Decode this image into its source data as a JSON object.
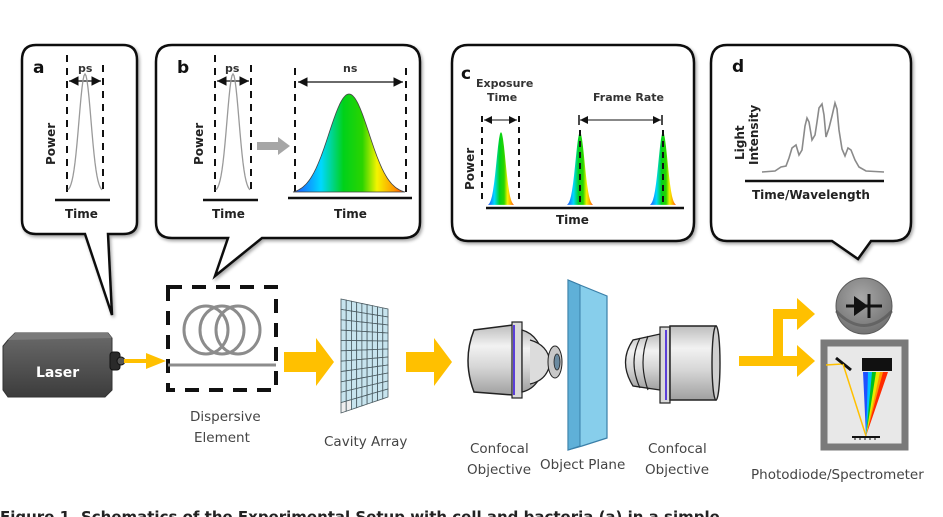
{
  "figure": {
    "panels": {
      "a": {
        "letter": "a",
        "width_label": "ps",
        "ylabel": "Power",
        "xlabel": "Time"
      },
      "b": {
        "letter": "b",
        "input_width_label": "ps",
        "output_width_label": "ns",
        "ylabel": "Power",
        "input_xlabel": "Time",
        "output_xlabel": "Time"
      },
      "c": {
        "letter": "c",
        "exposure_label_line1": "Exposure",
        "exposure_label_line2": "Time",
        "frame_rate_label": "Frame Rate",
        "ylabel": "Power",
        "xlabel": "Time"
      },
      "d": {
        "letter": "d",
        "ylabel_line1": "Light",
        "ylabel_line2": "Intensity",
        "xlabel": "Time/Wavelength"
      }
    },
    "components": {
      "laser": "Laser",
      "dispersive_line1": "Dispersive",
      "dispersive_line2": "Element",
      "cavity_array": "Cavity Array",
      "objective1_line1": "Confocal",
      "objective1_line2": "Objective",
      "object_plane": "Object Plane",
      "objective2_line1": "Confocal",
      "objective2_line2": "Objective",
      "detector": "Photodiode/Spectrometer"
    },
    "caption": "Figure 1. Schematics of the Experimental Setup with cell and bacteria (a) in a simple ...",
    "colors": {
      "beam": "#FFC000",
      "object_plane": "#87CEEB",
      "laser_body": "#4a4a4a",
      "outline": "#111111"
    }
  }
}
